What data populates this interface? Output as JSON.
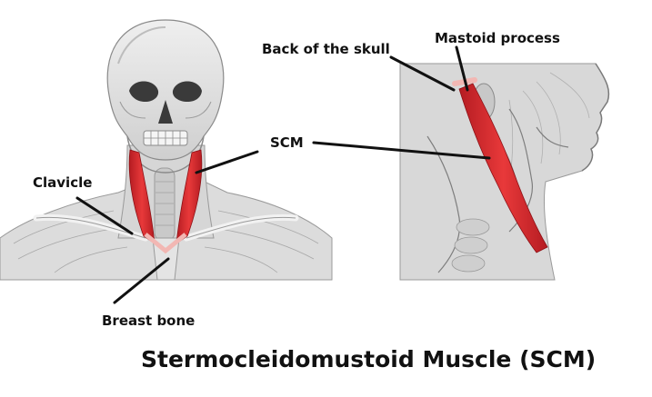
{
  "title": "Stermocleidomustoid Muscle (SCM)",
  "labels": {
    "back_of_skull": "Back of the skull",
    "mastoid_process": "Mastoid process",
    "scm": "SCM",
    "clavicle": "Clavicle",
    "breast_bone": "Breast bone"
  },
  "colors": {
    "muscle": "#d9262c",
    "muscle_light": "#f2a3a0",
    "bone": "#e6e6e6",
    "bone_shadow": "#b5b5b5",
    "line": "#111111"
  }
}
